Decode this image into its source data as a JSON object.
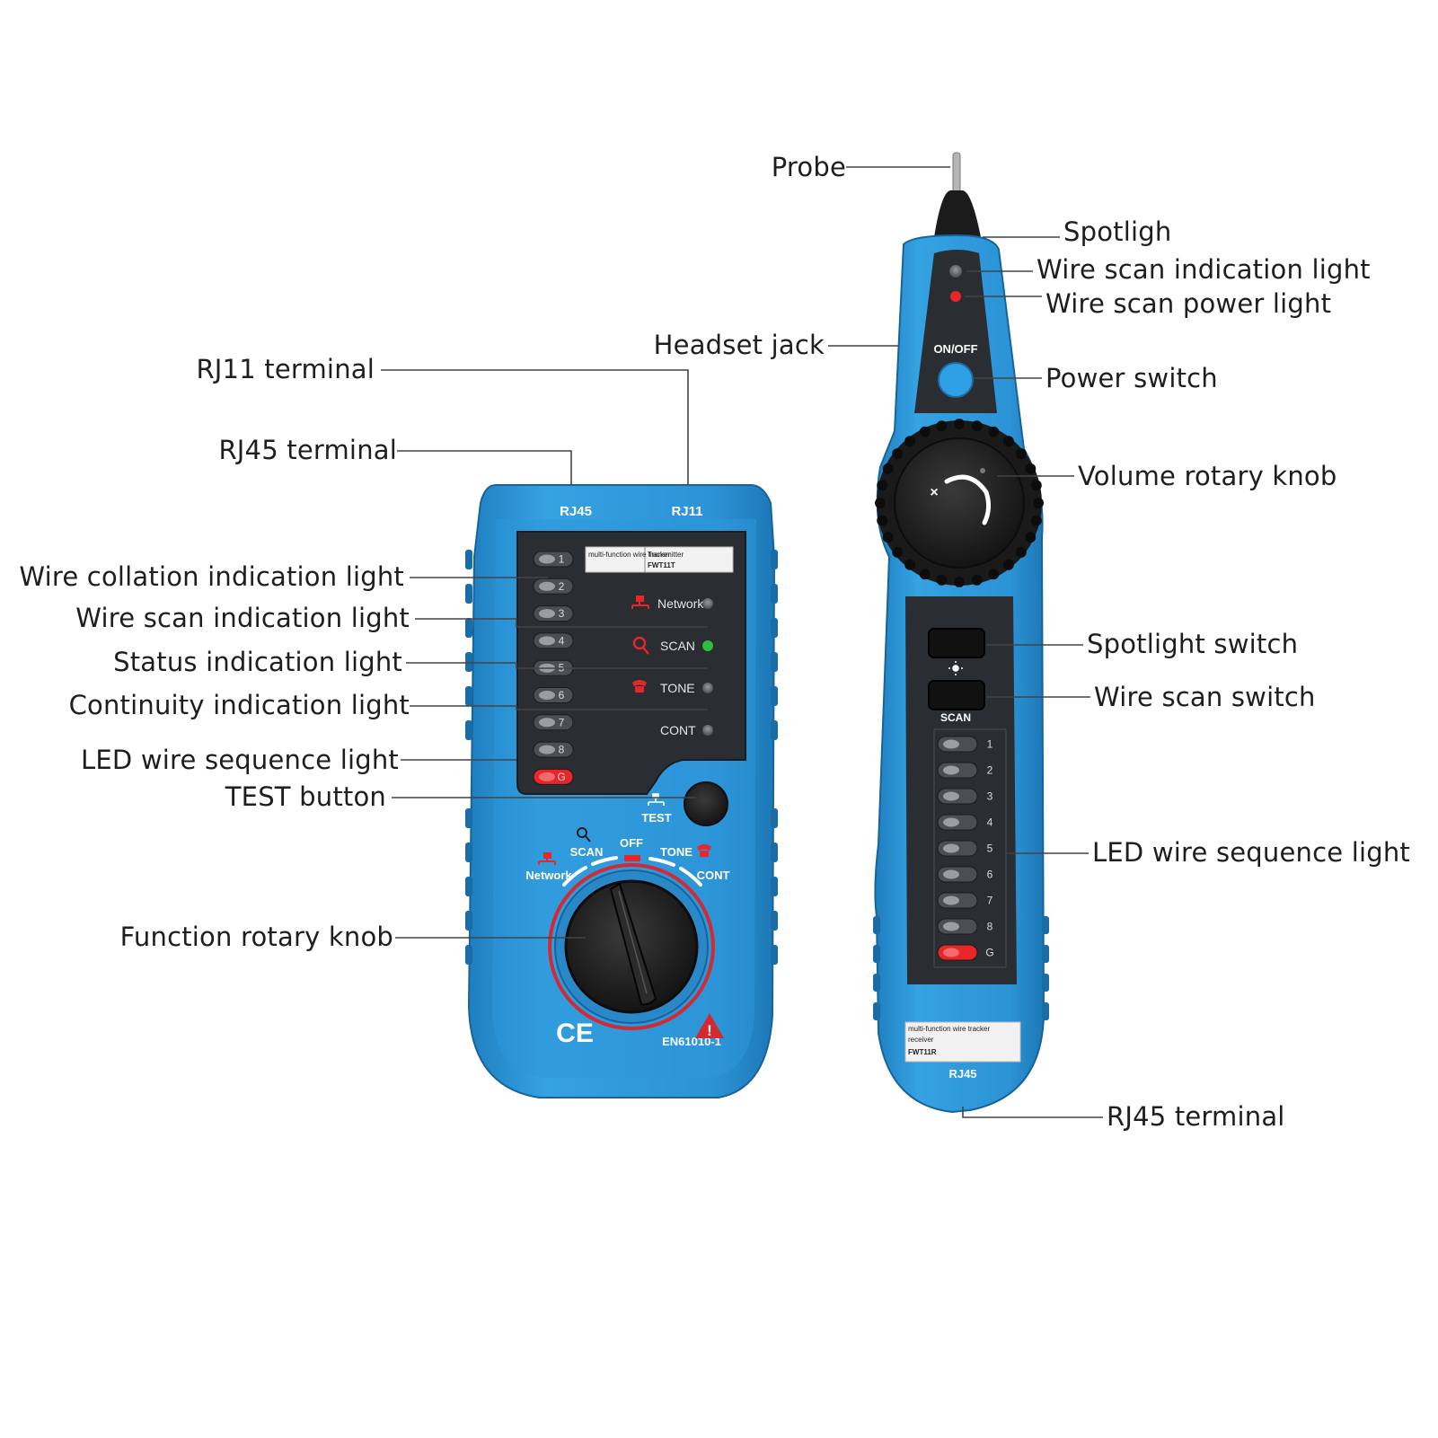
{
  "left_labels": {
    "rj11_terminal": "RJ11 terminal",
    "rj45_terminal": "RJ45 terminal",
    "wire_collation_light": "Wire collation indication light",
    "wire_scan_light": "Wire scan indication light",
    "status_light": "Status indication light",
    "continuity_light": "Continuity indication light",
    "led_sequence_light": "LED wire sequence light",
    "test_button": "TEST button",
    "function_knob": "Function rotary knob"
  },
  "right_labels": {
    "probe": "Probe",
    "spotlight": "Spotligh",
    "wire_scan_light": "Wire scan indication light",
    "wire_scan_power": "Wire scan power light",
    "headset_jack": "Headset jack",
    "power_switch": "Power switch",
    "volume_knob": "Volume rotary knob",
    "spotlight_switch": "Spotlight switch",
    "wire_scan_switch": "Wire scan switch",
    "led_sequence_light": "LED wire sequence light",
    "rj45_terminal": "RJ45 terminal"
  },
  "transmitter": {
    "port_rj45": "RJ45",
    "port_rj11": "RJ11",
    "led_numbers": [
      "1",
      "2",
      "3",
      "4",
      "5",
      "6",
      "7",
      "8",
      "G"
    ],
    "status_network": "Network",
    "status_scan": "SCAN",
    "status_tone": "TONE",
    "status_cont": "CONT",
    "badge_line1": "multi-function wire tracker",
    "badge_line2": "Transmitter",
    "badge_model": "FWT11T",
    "test_label": "TEST",
    "dial_network": "Network",
    "dial_scan": "SCAN",
    "dial_off": "OFF",
    "dial_tone": "TONE",
    "dial_cont": "CONT",
    "ce_mark": "CE",
    "standard": "EN61010-1",
    "warning_symbol": "!"
  },
  "receiver": {
    "onoff": "ON/OFF",
    "scan": "SCAN",
    "led_numbers": [
      "1",
      "2",
      "3",
      "4",
      "5",
      "6",
      "7",
      "8",
      "G"
    ],
    "badge_line1": "multi-function wire tracker",
    "badge_line2": "receiver",
    "badge_model": "FWT11R",
    "port_rj45": "RJ45",
    "knob_mark": "×"
  },
  "colors": {
    "device_blue": "#2b93d6",
    "panel_dark": "#2a2d31",
    "led_red": "#e8262a",
    "led_green": "#2dbf3a",
    "knob_black": "#1c1c1c"
  }
}
